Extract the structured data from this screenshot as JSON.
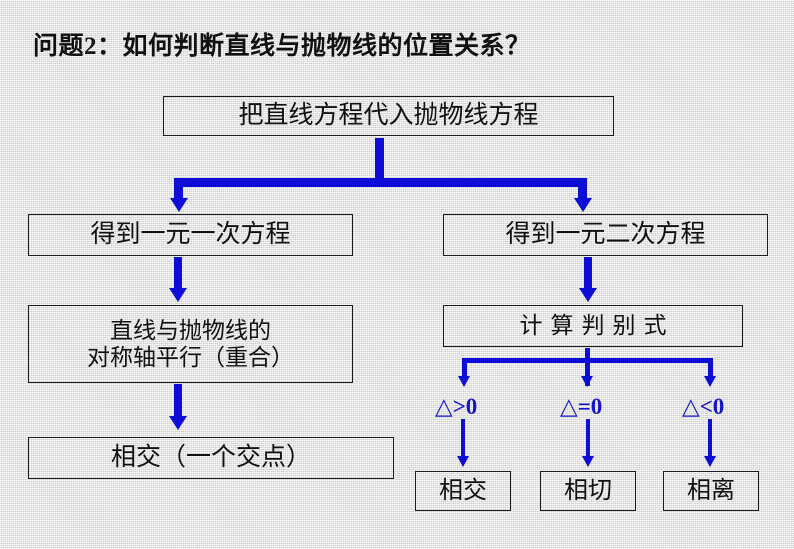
{
  "slide": {
    "title": "问题2：如何判断直线与抛物线的位置关系？",
    "background_color": "#e9e9e9",
    "text_color": "#111111",
    "accent_color": "#0d0dd6"
  },
  "flowchart": {
    "type": "diagram",
    "nodes": [
      {
        "id": "substitute",
        "label": "把直线方程代入抛物线方程"
      },
      {
        "id": "linear",
        "label": "得到一元一次方程"
      },
      {
        "id": "quadratic",
        "label": "得到一元二次方程"
      },
      {
        "id": "parallel_line1",
        "label": "直线与抛物线的"
      },
      {
        "id": "parallel_line2",
        "label": "对称轴平行（重合）"
      },
      {
        "id": "discriminant",
        "label": "计算判别式"
      },
      {
        "id": "intersect_one",
        "label": "相交（一个交点）"
      },
      {
        "id": "result_jiao",
        "label": "相交"
      },
      {
        "id": "result_qie",
        "label": "相切"
      },
      {
        "id": "result_li",
        "label": "相离"
      }
    ],
    "condition_labels": [
      {
        "id": "delta_gt",
        "label": "△>0"
      },
      {
        "id": "delta_eq",
        "label": "△=0"
      },
      {
        "id": "delta_lt",
        "label": "△<0"
      }
    ],
    "edges": [
      {
        "from": "substitute",
        "to": "linear"
      },
      {
        "from": "substitute",
        "to": "quadratic"
      },
      {
        "from": "linear",
        "to": "parallel"
      },
      {
        "from": "parallel",
        "to": "intersect_one"
      },
      {
        "from": "quadratic",
        "to": "discriminant"
      },
      {
        "from": "discriminant",
        "to": "delta_gt"
      },
      {
        "from": "discriminant",
        "to": "delta_eq"
      },
      {
        "from": "discriminant",
        "to": "delta_lt"
      },
      {
        "from": "delta_gt",
        "to": "result_jiao"
      },
      {
        "from": "delta_eq",
        "to": "result_qie"
      },
      {
        "from": "delta_lt",
        "to": "result_li"
      }
    ]
  }
}
